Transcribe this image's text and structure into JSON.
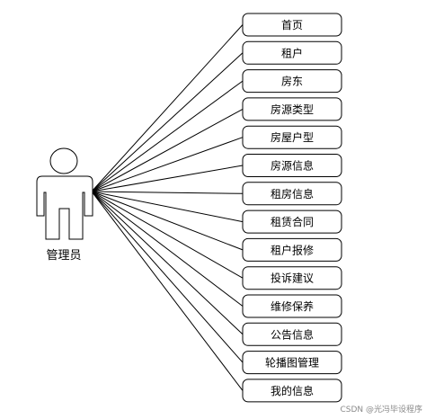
{
  "actor": {
    "name": "管理员"
  },
  "use_cases": [
    {
      "label": "首页"
    },
    {
      "label": "租户"
    },
    {
      "label": "房东"
    },
    {
      "label": "房源类型"
    },
    {
      "label": "房屋户型"
    },
    {
      "label": "房源信息"
    },
    {
      "label": "租房信息"
    },
    {
      "label": "租赁合同"
    },
    {
      "label": "租户报修"
    },
    {
      "label": "投诉建议"
    },
    {
      "label": "维修保养"
    },
    {
      "label": "公告信息"
    },
    {
      "label": "轮播图管理"
    },
    {
      "label": "我的信息"
    }
  ],
  "watermark": "CSDN @光冯毕设程序"
}
